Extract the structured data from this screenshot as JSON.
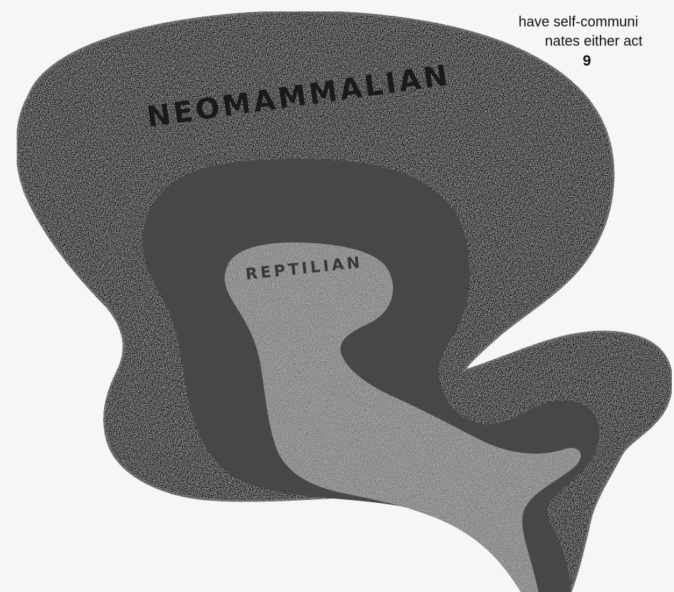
{
  "page_text": {
    "line1": "have self-communi",
    "line2": "nates either act",
    "page_number": "9"
  },
  "labels": {
    "neomammalian": "NEOMAMMALIAN",
    "reptilian": "REPTILIAN"
  },
  "colors": {
    "paper": "#f6f6f4",
    "outer_layer": "#6e6e6e",
    "middle_layer": "#474747",
    "inner_layer": "#767676",
    "outline": "#3a3a3a"
  }
}
